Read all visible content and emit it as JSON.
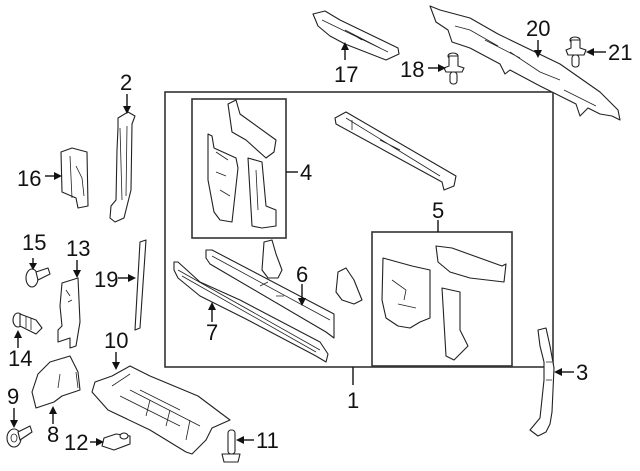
{
  "diagram": {
    "type": "exploded-parts-diagram",
    "callouts": [
      {
        "id": "1",
        "label": "1"
      },
      {
        "id": "2",
        "label": "2"
      },
      {
        "id": "3",
        "label": "3"
      },
      {
        "id": "4",
        "label": "4"
      },
      {
        "id": "5",
        "label": "5"
      },
      {
        "id": "6",
        "label": "6"
      },
      {
        "id": "7",
        "label": "7"
      },
      {
        "id": "8",
        "label": "8"
      },
      {
        "id": "9",
        "label": "9"
      },
      {
        "id": "10",
        "label": "10"
      },
      {
        "id": "11",
        "label": "11"
      },
      {
        "id": "12",
        "label": "12"
      },
      {
        "id": "13",
        "label": "13"
      },
      {
        "id": "14",
        "label": "14"
      },
      {
        "id": "15",
        "label": "15"
      },
      {
        "id": "16",
        "label": "16"
      },
      {
        "id": "17",
        "label": "17"
      },
      {
        "id": "18",
        "label": "18"
      },
      {
        "id": "19",
        "label": "19"
      },
      {
        "id": "20",
        "label": "20"
      },
      {
        "id": "21",
        "label": "21"
      }
    ],
    "groups": [
      {
        "callout": "1",
        "contains": [
          "4",
          "5",
          "6",
          "7"
        ],
        "description": "radiator support assembly box"
      },
      {
        "callout": "4",
        "description": "left side panel sub-assembly box"
      },
      {
        "callout": "5",
        "description": "right side panel sub-assembly box"
      }
    ]
  }
}
